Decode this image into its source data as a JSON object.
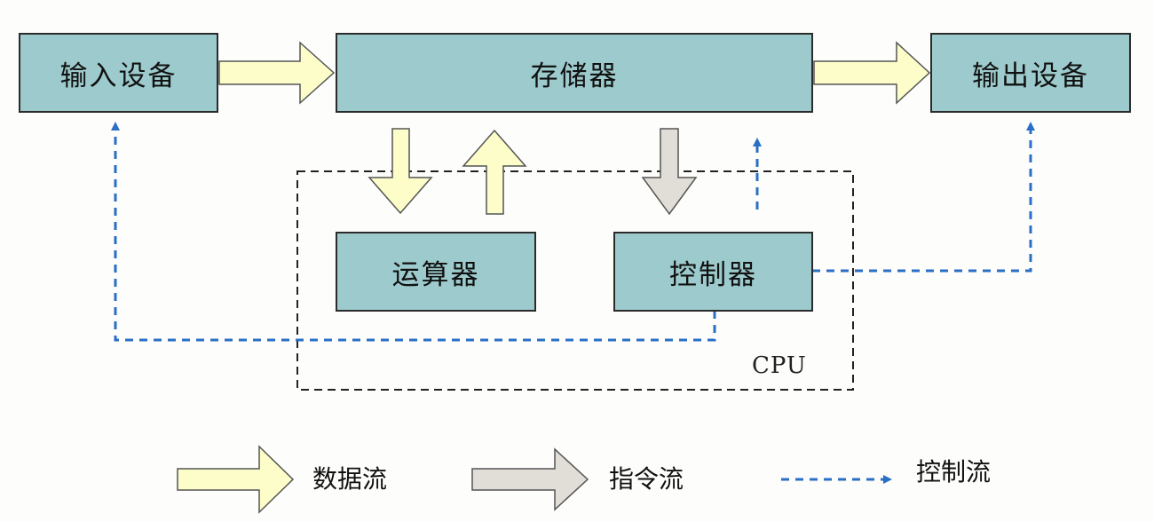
{
  "boxes": {
    "input_device": "输入设备",
    "memory": "存储器",
    "output_device": "输出设备",
    "alu": "运算器",
    "controller": "控制器"
  },
  "cpu_label": "CPU",
  "legend": {
    "data_flow": "数据流",
    "instruction_flow": "指令流",
    "control_flow": "控制流"
  },
  "colors": {
    "box_fill": "#9dcacc",
    "data_arrow_fill": "#fdfdc9",
    "instruction_arrow_fill": "#e0ded6",
    "control_line": "#2a6fc6"
  }
}
